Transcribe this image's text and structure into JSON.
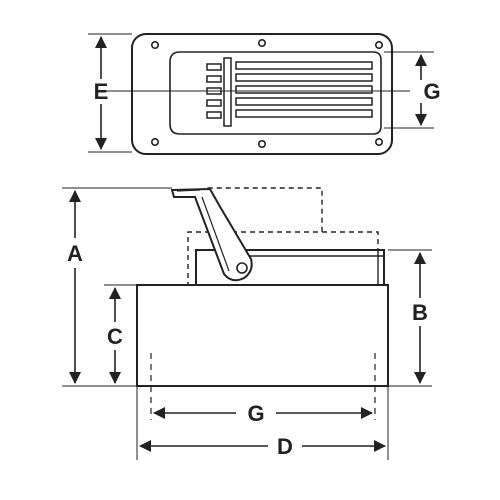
{
  "diagram": {
    "colors": {
      "ink": "#222222",
      "paper": "#ffffff",
      "dash": "#444444"
    },
    "labels": {
      "top_width": "E",
      "top_height": "G",
      "total_height": "A",
      "base_height": "C",
      "body_height": "B",
      "bolt_spacing": "G",
      "overall_length": "D"
    }
  }
}
